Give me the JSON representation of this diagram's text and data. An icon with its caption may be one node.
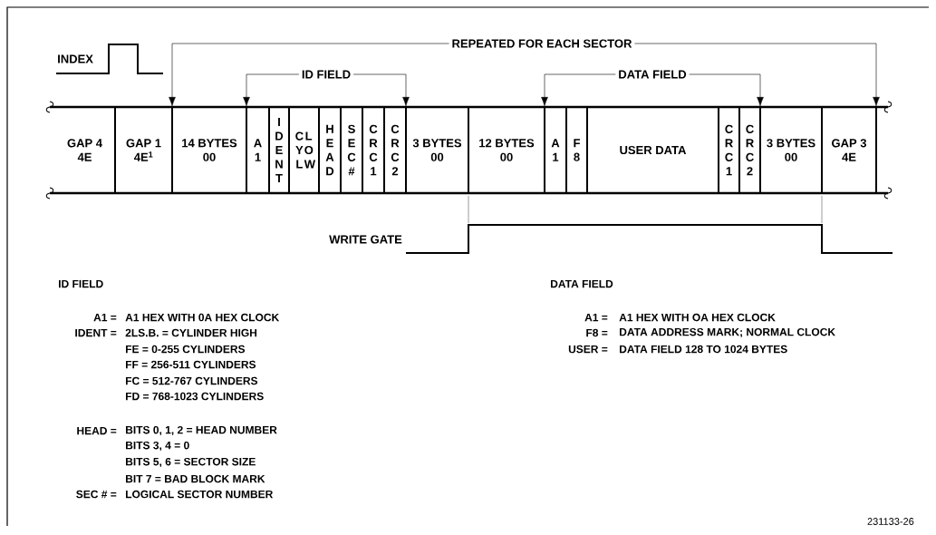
{
  "diagram": {
    "nodes": [
      {
        "text": [
          "GAP 4",
          "4E"
        ]
      },
      {
        "text": [
          "GAP 1",
          "4E$^{1}$"
        ]
      },
      {
        "text": [
          "14 BYTES",
          "00"
        ]
      },
      {
        "text": [
          "A 1"
        ]
      },
      {
        "text": [
          "I D E N T"
        ]
      },
      {
        "text": [
          "C Y L",
          "L O W"
        ]
      },
      {
        "text": [
          "H E A D"
        ]
      },
      {
        "text": [
          "S E C #"
        ]
      },
      {
        "text": [
          "C R C 1"
        ]
      },
      {
        "text": [
          "C R C 2"
        ]
      },
      {
        "text": [
          "3 BYTES",
          "00"
        ]
      },
      {
        "text": [
          "12 BYTES",
          "00"
        ]
      },
      {
        "text": [
          "A 1"
        ]
      },
      {
        "text": [
          "F 8"
        ]
      },
      {
        "text": [
          "USER DATA"
        ]
      },
      {
        "text": [
          "C R C 1"
        ]
      },
      {
        "text": [
          "C R C 2"
        ]
      },
      {
        "text": [
          "3 BYTES",
          "00"
        ]
      },
      {
        "text": [
          "GAP 3",
          "4E"
        ]
      }
    ],
    "labels": [
      "INDEX",
      "REPEATED FOR EACH SECTOR",
      "ID FIELD",
      "DATA FIELD",
      "WRITE GATE",
      "ID FIELD",
      "A1 =",
      "A1 HEX WITH 0A HEX CLOCK",
      "IDENT =",
      "2LS.B. = CYLINDER HIGH",
      "FE = 0-255 CYLINDERS",
      "FF = 256-511 CYLINDERS",
      "FC = 512-767 CYLINDERS",
      "FD = 768-1023 CYLINDERS",
      "HEAD =",
      "BITS 0, 1, 2 = HEAD NUMBER",
      "BITS 3, 4 = 0",
      "BITS 5, 6 = SECTOR SIZE",
      "BIT 7 = BAD BLOCK MARK",
      "SEC # =",
      "LOGICAL SECTOR NUMBER",
      "DATA FIELD",
      "A1 =",
      "A1 HEX WITH OA HEX CLOCK",
      "F8 =",
      "DATA ADDRESS MARK; NORMAL CLOCK",
      "USER =",
      "DATA FIELD 128 TO 1024 BYTES",
      "231133-26"
    ]
  }
}
